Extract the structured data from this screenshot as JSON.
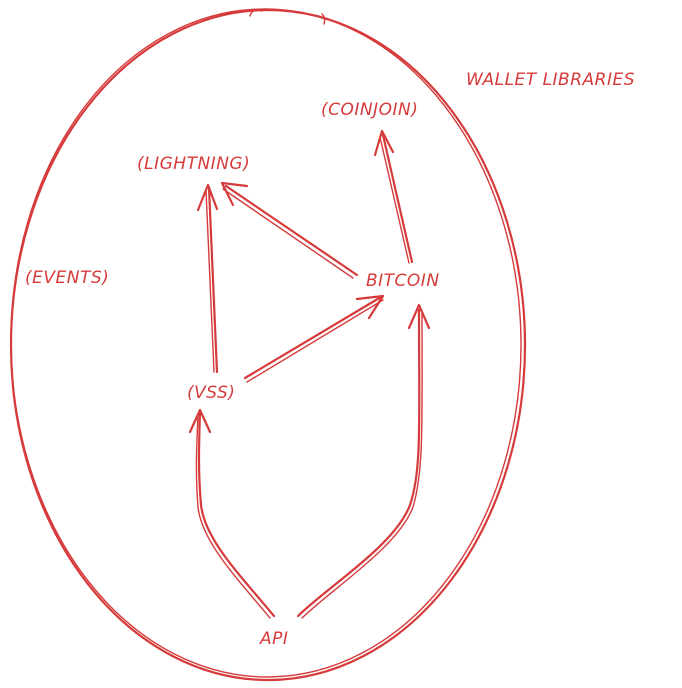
{
  "colors": {
    "ink": "#d63a3a",
    "background": "#ffffff"
  },
  "diagram": {
    "container_label": "WALLET LIBRARIES",
    "nodes": {
      "coinjoin": "(COINJOIN)",
      "lightning": "(LIGHTNING)",
      "events": "(EVENTS)",
      "bitcoin": "BITCOIN",
      "vss": "(VSS)",
      "api": "API"
    },
    "edges": [
      {
        "from": "api",
        "to": "vss"
      },
      {
        "from": "api",
        "to": "bitcoin"
      },
      {
        "from": "vss",
        "to": "lightning"
      },
      {
        "from": "vss",
        "to": "bitcoin"
      },
      {
        "from": "bitcoin",
        "to": "lightning"
      },
      {
        "from": "bitcoin",
        "to": "coinjoin"
      }
    ]
  }
}
